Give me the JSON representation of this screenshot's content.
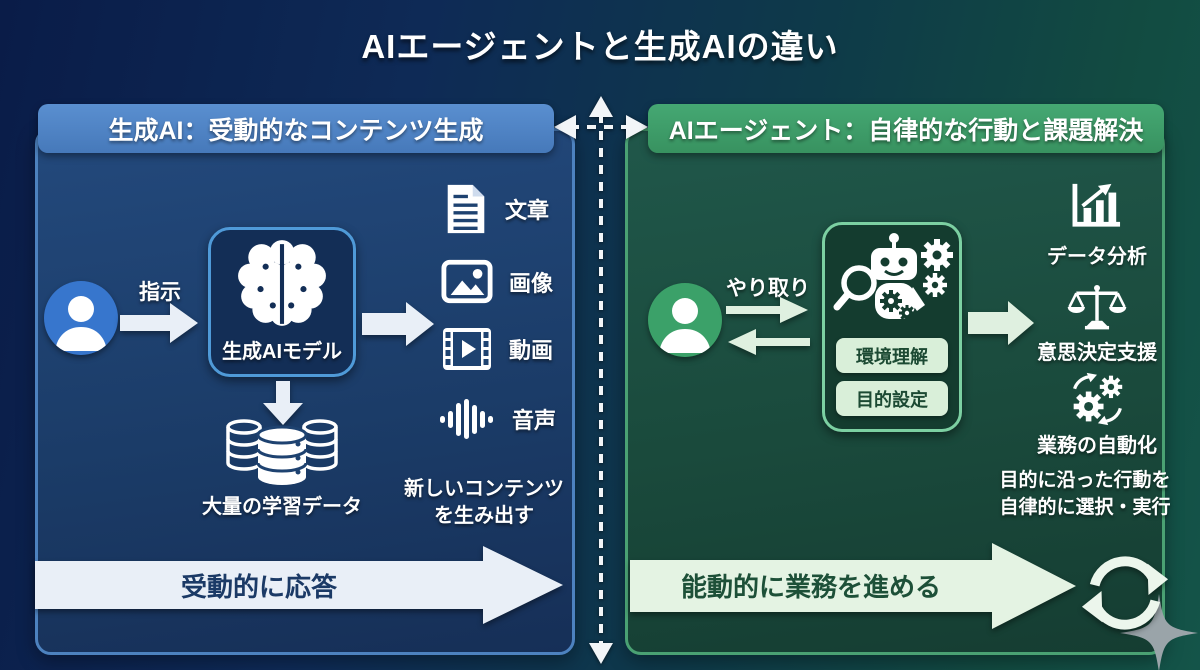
{
  "title": "AIエージェントと生成AIの違い",
  "colors": {
    "background_navy": "#0a1c48",
    "background_teal": "#145449",
    "left_header_bg": "#4e84c6",
    "left_panel_border": "#4d82bf",
    "right_header_bg": "#3f9e6a",
    "right_panel_border": "#4aa173",
    "avatar_blue": "#3776cd",
    "avatar_green": "#3ba169",
    "light_arrow_blue": "#e9eff7",
    "light_arrow_green": "#e4f3e3",
    "pill_bg": "#d9efd9",
    "pill_text": "#1c4a33"
  },
  "left_panel": {
    "header": "生成AI：受動的なコンテンツ生成",
    "input_label": "指示",
    "model_box": {
      "icon": "brain-icon",
      "label": "生成AIモデル"
    },
    "outputs": [
      {
        "icon": "document-icon",
        "label": "文章"
      },
      {
        "icon": "image-icon",
        "label": "画像"
      },
      {
        "icon": "video-icon",
        "label": "動画"
      },
      {
        "icon": "audio-icon",
        "label": "音声"
      }
    ],
    "training_data_label": "大量の学習データ",
    "result_text_line1": "新しいコンテンツ",
    "result_text_line2": "を生み出す",
    "bottom_arrow_label": "受動的に応答"
  },
  "right_panel": {
    "header": "AIエージェント：自律的な行動と課題解決",
    "interaction_label": "やり取り",
    "agent_box": {
      "icon": "robot-icon",
      "tags": [
        "環境理解",
        "目的設定"
      ]
    },
    "outputs": [
      {
        "icon": "bar-chart-icon",
        "label": "データ分析"
      },
      {
        "icon": "scales-icon",
        "label": "意思決定支援"
      },
      {
        "icon": "gears-icon",
        "label": "業務の自動化"
      }
    ],
    "result_text_line1": "目的に沿った行動を",
    "result_text_line2": "自律的に選択・実行",
    "bottom_arrow_label": "能動的に業務を進める"
  }
}
